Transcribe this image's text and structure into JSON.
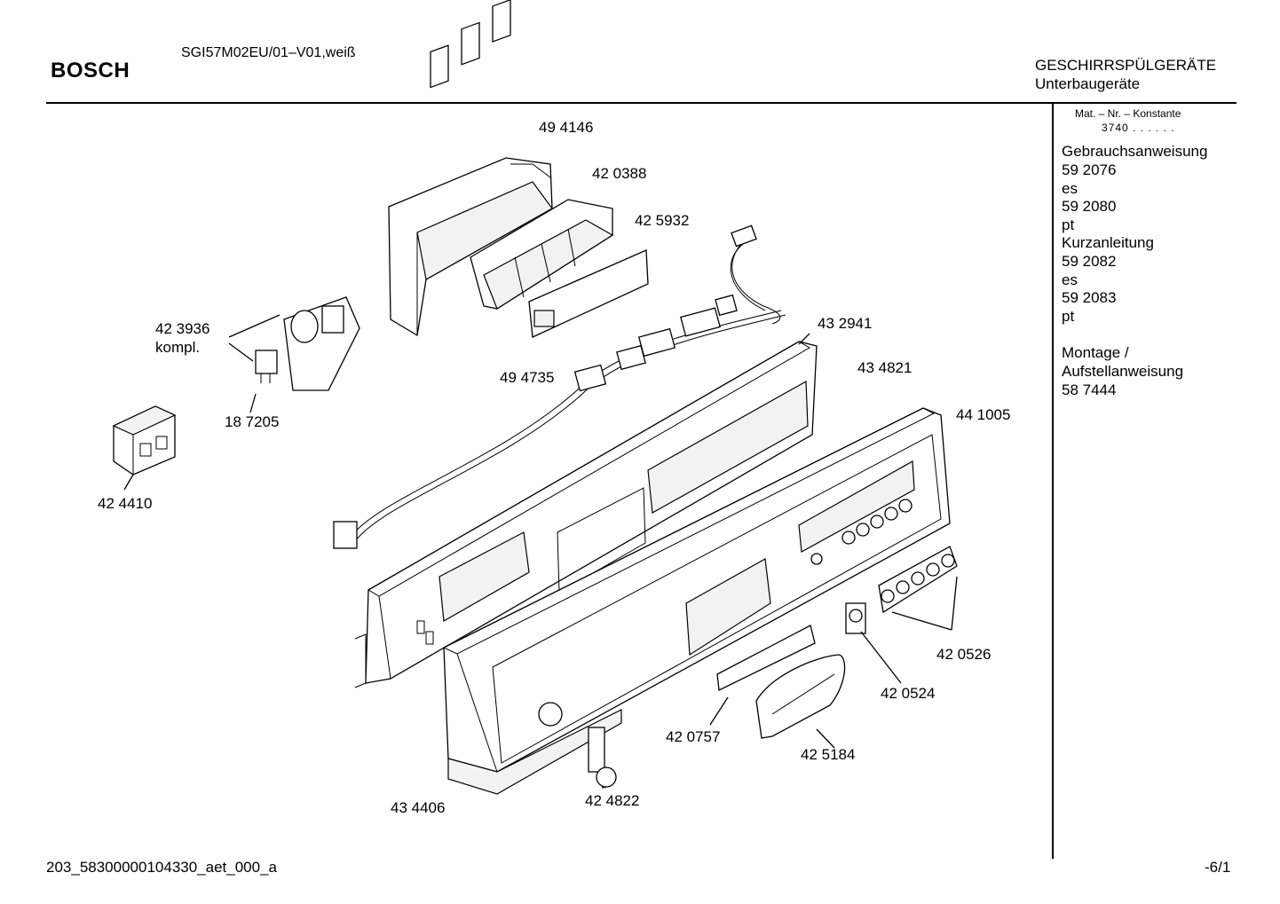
{
  "header": {
    "brand": "BOSCH",
    "model": "SGI57M02EU/01–V01,weiß",
    "category_line1": "GESCHIRRSPÜLGERÄTE",
    "category_line2": "Unterbaugeräte"
  },
  "sidebar": {
    "mat_label": "Mat. – Nr. – Konstante",
    "mat_value": "3740 . .  . . . .",
    "lines": [
      "Gebrauchsanweisung",
      "59 2076",
      "es",
      "59 2080",
      "pt",
      "Kurzanleitung",
      "59 2082",
      "es",
      "59 2083",
      "pt",
      "",
      "Montage /",
      "Aufstellanweisung",
      "58 7444"
    ]
  },
  "parts": {
    "p494146": "49 4146",
    "p420388": "42 0388",
    "p425932": "42 5932",
    "p423936": "42 3936",
    "p423936_note": "kompl.",
    "p187205": "18 7205",
    "p424410": "42 4410",
    "p494735": "49 4735",
    "p432941": "43 2941",
    "p434821": "43 4821",
    "p441005": "44 1005",
    "p420526": "42 0526",
    "p420524": "42 0524",
    "p420757": "42 0757",
    "p425184": "42 5184",
    "p434406": "43 4406",
    "p424822": "42 4822"
  },
  "footer": {
    "doc_id": "203_58300000104330_aet_000_a",
    "page": "-6/1"
  }
}
